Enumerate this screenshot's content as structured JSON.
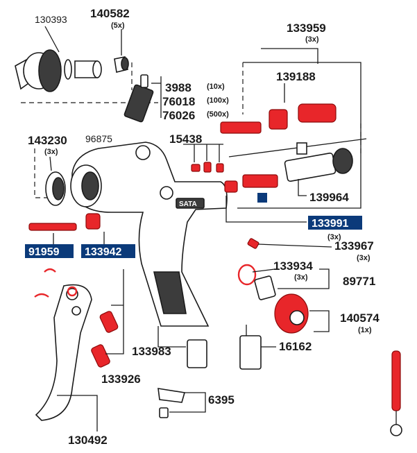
{
  "labels": {
    "p130393": "130393",
    "p140582": "140582",
    "p140582_qty": "(5x)",
    "p133959": "133959",
    "p133959_qty": "(3x)",
    "p139188": "139188",
    "p3988": "3988",
    "p3988_qty": "(10x)",
    "p76018": "76018",
    "p76018_qty": "(100x)",
    "p76026": "76026",
    "p76026_qty": "(500x)",
    "p143230": "143230",
    "p143230_qty": "(3x)",
    "p96875": "96875",
    "p15438": "15438",
    "p139964": "139964",
    "p133991": "133991",
    "p133991_qty": "(3x)",
    "p91959": "91959",
    "p133942": "133942",
    "p133967": "133967",
    "p133967_qty": "(3x)",
    "p133934": "133934",
    "p133934_qty": "(3x)",
    "p89771": "89771",
    "p140574": "140574",
    "p140574_qty": "(1x)",
    "p133983": "133983",
    "p16162": "16162",
    "p133926": "133926",
    "p6395": "6395",
    "p130492": "130492",
    "brand_on_gun": "SATA"
  },
  "colors": {
    "highlight_box": "#0b3a7a",
    "wear_part_red": "#e8262a",
    "line": "#1a1a1a"
  }
}
